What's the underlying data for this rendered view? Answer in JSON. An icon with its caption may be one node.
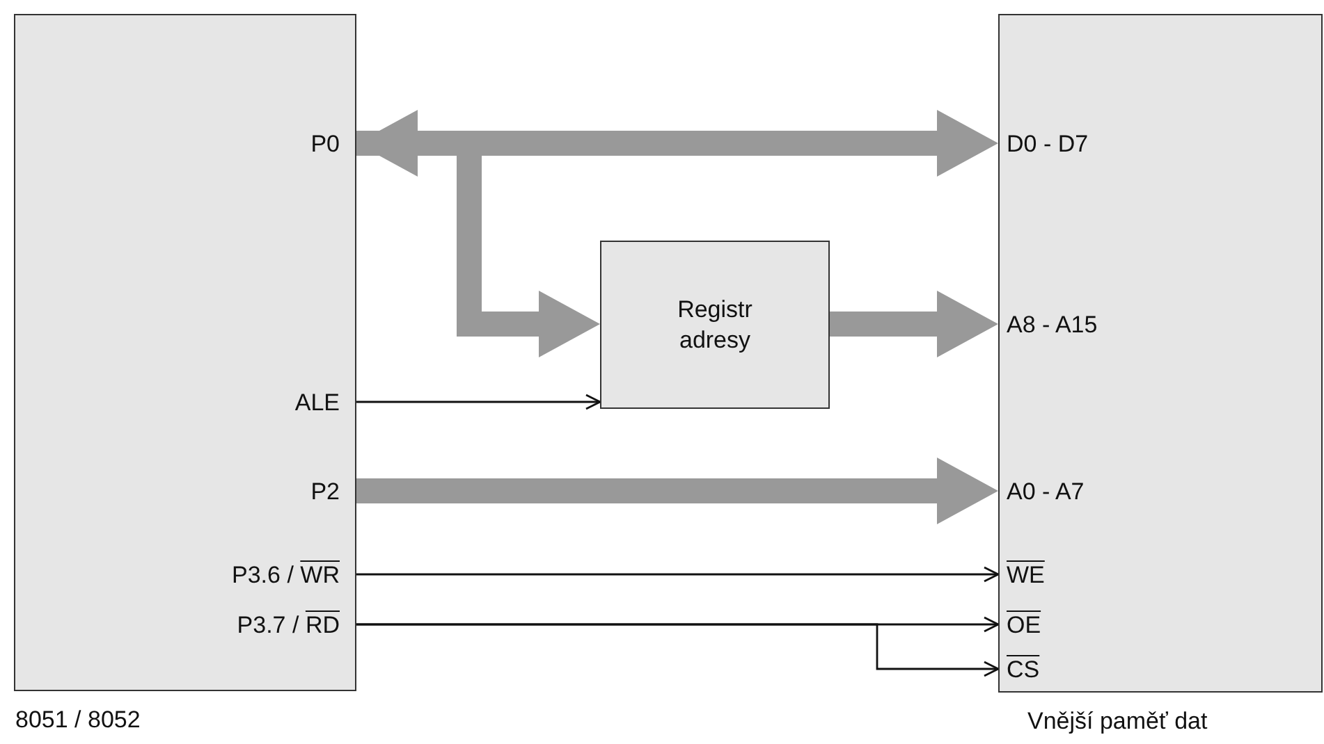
{
  "diagram": {
    "nodes": [
      {
        "text": [
          "8051 / 8052"
        ]
      },
      {
        "text": [
          "P0"
        ],
        "in": 0
      },
      {
        "text": [
          "ALE"
        ],
        "in": 0
      },
      {
        "text": [
          "P2"
        ],
        "in": 0
      },
      {
        "text": [
          "P3.6 /",
          "WR"
        ],
        "in": 0
      },
      {
        "text": [
          "P3.7 /",
          "RD"
        ],
        "in": 0
      },
      {
        "text": [
          "Registr adresy"
        ]
      },
      {
        "text": [
          "Vnější paměť dat"
        ]
      },
      {
        "text": [
          "D0 - D7"
        ],
        "in": 7
      },
      {
        "text": [
          "A8 - A15"
        ],
        "in": 7
      },
      {
        "text": [
          "A0 - A7"
        ],
        "in": 7
      },
      {
        "text": [
          "WE"
        ],
        "in": 7
      },
      {
        "text": [
          "OE"
        ],
        "in": 7
      },
      {
        "text": [
          "CS"
        ],
        "in": 7
      }
    ],
    "edges": [
      {
        "from": 1,
        "to": 8,
        "arrow": "both",
        "style": "thick"
      },
      {
        "from": 1,
        "to": 6,
        "arrow": "to",
        "style": "thick"
      },
      {
        "from": 6,
        "to": 9,
        "arrow": "to",
        "style": "thick"
      },
      {
        "from": 2,
        "to": 6,
        "arrow": "to",
        "color": "#111111"
      },
      {
        "from": 3,
        "to": 10,
        "arrow": "to",
        "style": "thick"
      },
      {
        "from": 4,
        "to": 11,
        "arrow": "to",
        "color": "#111111"
      },
      {
        "from": 5,
        "to": 12,
        "arrow": "to",
        "color": "#111111"
      },
      {
        "from": 5,
        "to": 13,
        "arrow": "to",
        "color": "#111111"
      }
    ]
  }
}
